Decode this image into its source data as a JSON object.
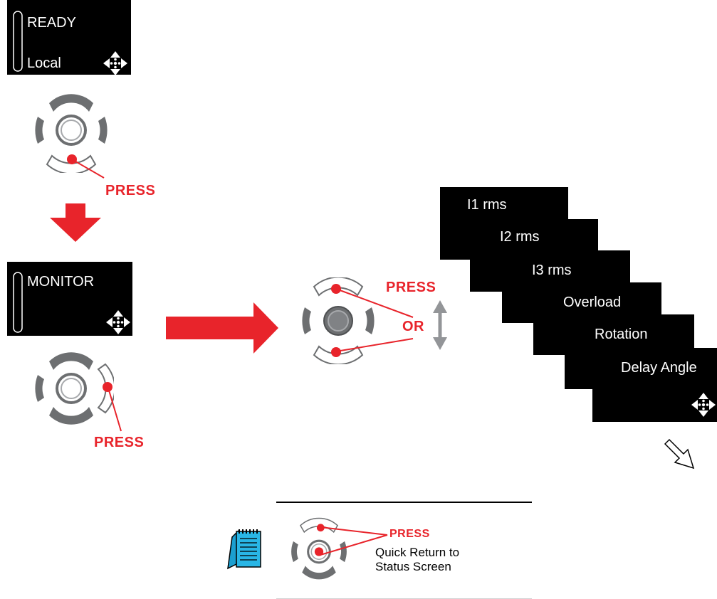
{
  "status_screen": {
    "line1": "READY",
    "line2": "Local"
  },
  "monitor_screen": {
    "line1": "MONITOR"
  },
  "press_label": "PRESS",
  "or_label": "OR",
  "monitor_items": [
    "I1 rms",
    "I2 rms",
    "I3 rms",
    "Overload",
    "Rotation",
    "Delay Angle"
  ],
  "note": {
    "press_label": "PRESS",
    "line1": "Quick Return to",
    "line2": "Status Screen"
  },
  "colors": {
    "accent": "#e8242b",
    "ring_gray": "#6d6f71",
    "screen": "#000000",
    "note_icon": "#29b6e6"
  },
  "icons": [
    "four-way-arrow-icon",
    "dpad-icon",
    "down-arrow-icon",
    "right-arrow-icon",
    "up-down-arrow-icon",
    "outline-arrow-icon",
    "notepad-icon"
  ]
}
